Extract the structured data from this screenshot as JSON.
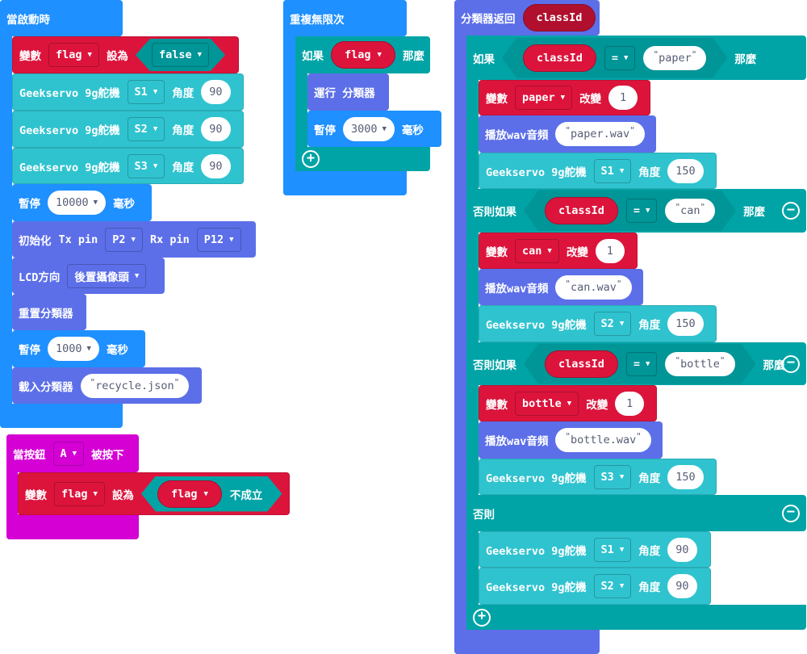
{
  "on_start": {
    "title": "當啟動時",
    "set_flag": {
      "label": "變數",
      "var": "flag",
      "to": "設為",
      "value": "false"
    },
    "servos": [
      {
        "label": "Geekservo 9g舵機",
        "port": "S1",
        "angle_label": "角度",
        "angle": "90"
      },
      {
        "label": "Geekservo 9g舵機",
        "port": "S2",
        "angle_label": "角度",
        "angle": "90"
      },
      {
        "label": "Geekservo 9g舵機",
        "port": "S3",
        "angle_label": "角度",
        "angle": "90"
      }
    ],
    "pause1": {
      "label": "暫停",
      "ms": "10000",
      "unit": "毫秒"
    },
    "init": {
      "label": "初始化",
      "tx": "Tx pin",
      "tx_val": "P2",
      "rx": "Rx pin",
      "rx_val": "P12"
    },
    "lcd": {
      "label": "LCD方向",
      "value": "後置攝像頭"
    },
    "reset": "重置分類器",
    "pause2": {
      "label": "暫停",
      "ms": "1000",
      "unit": "毫秒"
    },
    "load": {
      "label": "載入分類器",
      "file": "recycle.json"
    }
  },
  "forever": {
    "title": "重複無限次",
    "if": "如果",
    "var": "flag",
    "then": "那麼",
    "run": "運行 分類器",
    "pause": {
      "label": "暫停",
      "ms": "3000",
      "unit": "毫秒"
    }
  },
  "button": {
    "pre": "當按鈕",
    "button": "A",
    "post": "被按下",
    "set": {
      "label": "變數",
      "var": "flag",
      "to": "設為",
      "not_var": "flag",
      "not": "不成立"
    }
  },
  "classifier": {
    "title": "分類器返回",
    "param": "classId",
    "branches": [
      {
        "kw": "如果",
        "var": "classId",
        "op": "=",
        "value": "paper",
        "then": "那麼",
        "change": {
          "label": "變數",
          "var": "paper",
          "by": "改變",
          "amount": "1"
        },
        "play": {
          "label": "播放wav音頻",
          "file": "paper.wav"
        },
        "servo": {
          "label": "Geekservo 9g舵機",
          "port": "S1",
          "angle_label": "角度",
          "angle": "150"
        }
      },
      {
        "kw": "否則如果",
        "var": "classId",
        "op": "=",
        "value": "can",
        "then": "那麼",
        "change": {
          "label": "變數",
          "var": "can",
          "by": "改變",
          "amount": "1"
        },
        "play": {
          "label": "播放wav音頻",
          "file": "can.wav"
        },
        "servo": {
          "label": "Geekservo 9g舵機",
          "port": "S2",
          "angle_label": "角度",
          "angle": "150"
        }
      },
      {
        "kw": "否則如果",
        "var": "classId",
        "op": "=",
        "value": "bottle",
        "then": "那麼",
        "change": {
          "label": "變數",
          "var": "bottle",
          "by": "改變",
          "amount": "1"
        },
        "play": {
          "label": "播放wav音頻",
          "file": "bottle.wav"
        },
        "servo": {
          "label": "Geekservo 9g舵機",
          "port": "S3",
          "angle_label": "角度",
          "angle": "150"
        }
      }
    ],
    "else": "否則",
    "else_servos": [
      {
        "label": "Geekservo 9g舵機",
        "port": "S1",
        "angle_label": "角度",
        "angle": "90"
      },
      {
        "label": "Geekservo 9g舵機",
        "port": "S2",
        "angle_label": "角度",
        "angle": "90"
      }
    ]
  },
  "colors": {
    "loops": "#1e90ff",
    "variables": "#dc143c",
    "servo": "#2fc3cf",
    "logic": "#00a4a6",
    "classifier": "#5c6fe8",
    "input": "#d400d4"
  }
}
